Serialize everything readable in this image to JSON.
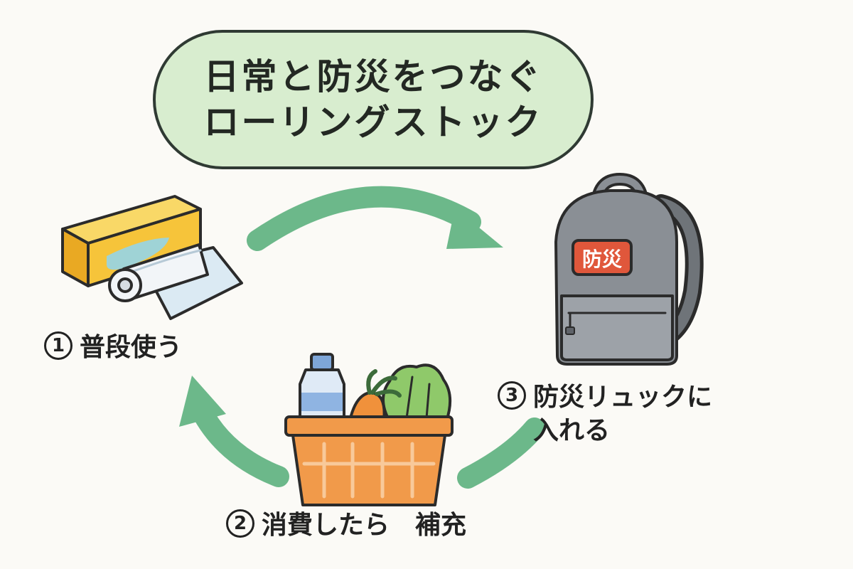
{
  "title": {
    "line1": "日常と防災をつなぐ",
    "line2": "ローリングストック"
  },
  "steps": [
    {
      "number": "1",
      "label": "普段使う",
      "icon": "food-wrap-roll-icon"
    },
    {
      "number": "2",
      "label": "消費したら　補充",
      "icon": "shopping-basket-icon"
    },
    {
      "number": "3",
      "label": "防災リュックに\n入れる",
      "icon": "backpack-icon"
    }
  ],
  "backpack": {
    "badge_text": "防災"
  },
  "colors": {
    "title_fill": "#d8edcf",
    "arrow": "#6cb88a",
    "basket": "#f19a4a",
    "backpack": "#8a8f95",
    "badge": "#e0573b",
    "wrap_box": "#f6c43a"
  }
}
